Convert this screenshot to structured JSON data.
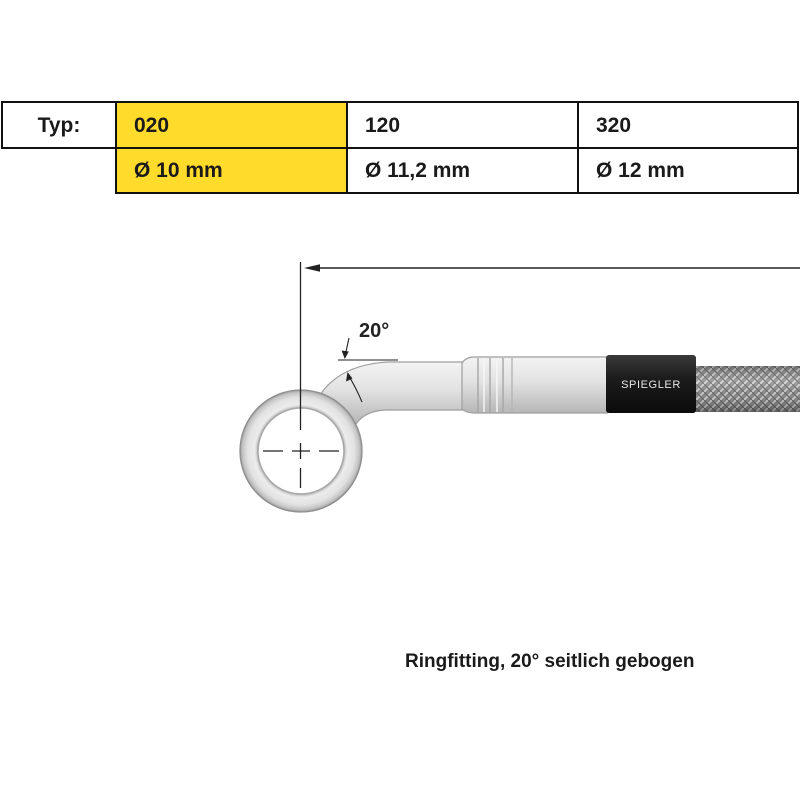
{
  "table": {
    "header_label": "Typ:",
    "types": [
      {
        "code": "020",
        "diameter": "Ø 10 mm",
        "highlighted": true
      },
      {
        "code": "120",
        "diameter": "Ø 11,2 mm",
        "highlighted": false
      },
      {
        "code": "320",
        "diameter": "Ø 12 mm",
        "highlighted": false
      }
    ]
  },
  "drawing": {
    "angle_label": "20°",
    "brand_label": "SPIEGLER"
  },
  "caption": "Ringfitting, 20° seitlich gebogen",
  "colors": {
    "highlight": "#FFDB2B",
    "sleeve": "#1c1c1c",
    "fitting": "#d9d9d9",
    "hose": "#8e8e8e"
  }
}
